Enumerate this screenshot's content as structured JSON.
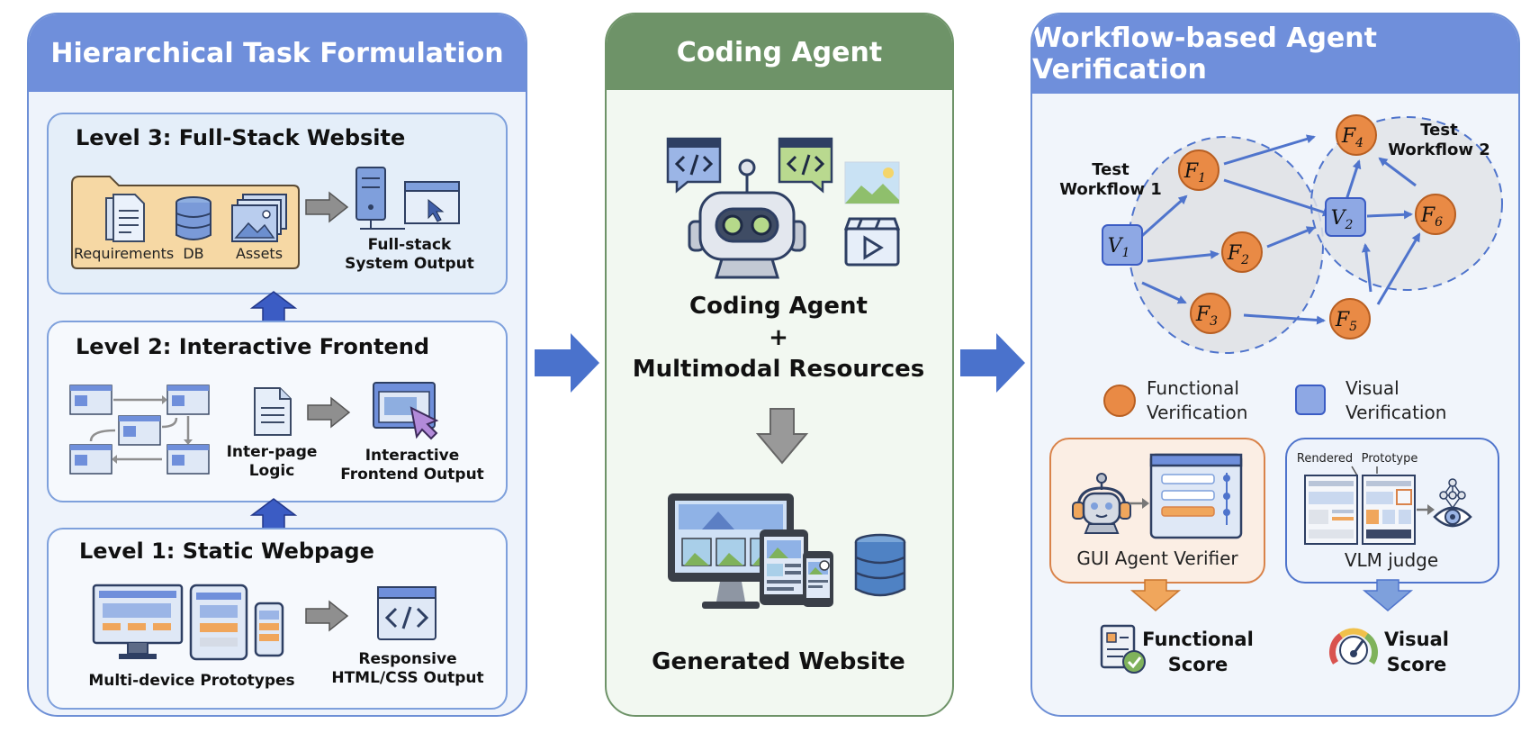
{
  "left_panel": {
    "title": "Hierarchical Task Formulation",
    "level3": {
      "title": "Level 3: Full-Stack Website",
      "folder_items": [
        "Requirements",
        "DB",
        "Assets"
      ],
      "output_label": "Full-stack\nSystem Output"
    },
    "level2": {
      "title": "Level 2: Interactive Frontend",
      "logic_label": "Inter-page\nLogic",
      "output_label": "Interactive\nFrontend Output"
    },
    "level1": {
      "title": "Level 1: Static Webpage",
      "prototypes_label": "Multi-device Prototypes",
      "output_label": "Responsive\nHTML/CSS Output"
    }
  },
  "middle_panel": {
    "title": "Coding Agent",
    "agent_line1": "Coding Agent",
    "agent_plus": "+",
    "agent_line2": "Multimodal Resources",
    "output_label": "Generated Website"
  },
  "right_panel": {
    "title": "Workflow-based Agent Verification",
    "workflow1_label": "Test\nWorkflow 1",
    "workflow2_label": "Test\nWorkflow 2",
    "legend": {
      "functional": "Functional\nVerification",
      "visual": "Visual\nVerification",
      "functional_color": "#e98a45",
      "visual_color": "#8ea8e4"
    },
    "gui_verifier_label": "GUI Agent Verifier",
    "vlm_judge_label": "VLM judge",
    "vlm_rendered": "Rendered",
    "vlm_prototype": "Prototype",
    "functional_score": "Functional\nScore",
    "visual_score": "Visual\nScore"
  },
  "graph_nodes": {
    "F1": {
      "letter": "F",
      "sub": "1"
    },
    "F2": {
      "letter": "F",
      "sub": "2"
    },
    "F3": {
      "letter": "F",
      "sub": "3"
    },
    "F4": {
      "letter": "F",
      "sub": "4"
    },
    "F5": {
      "letter": "F",
      "sub": "5"
    },
    "F6": {
      "letter": "F",
      "sub": "6"
    },
    "V1": {
      "letter": "V",
      "sub": "1"
    },
    "V2": {
      "letter": "V",
      "sub": "2"
    }
  }
}
